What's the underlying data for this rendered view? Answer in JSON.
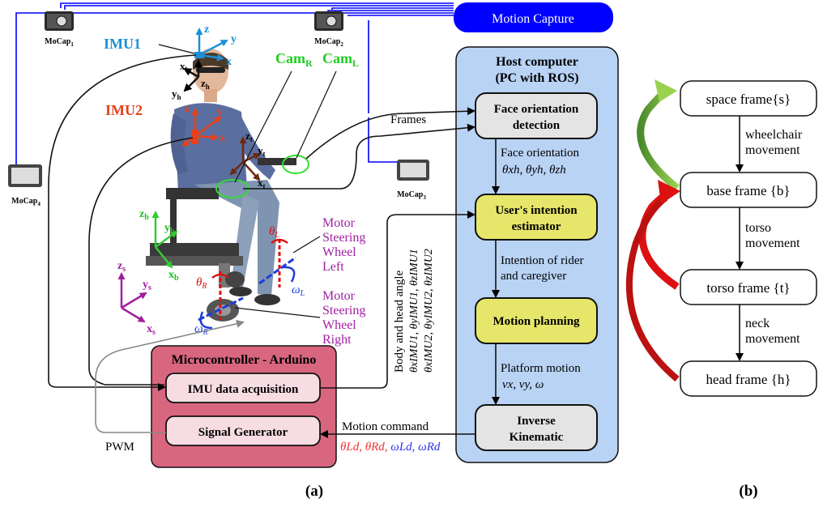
{
  "mocap": {
    "title": "Motion Capture",
    "cam1": "MoCap",
    "cam1_sub": "1",
    "cam2": "MoCap",
    "cam2_sub": "2",
    "cam3": "MoCap",
    "cam3_sub": "3",
    "cam4": "MoCap",
    "cam4_sub": "4"
  },
  "host": {
    "title_line1": "Host computer",
    "title_line2": "(PC with ROS)",
    "face_line1": "Face orientation",
    "face_line2": "detection",
    "intent_line1": "User's intention",
    "intent_line2": "estimator",
    "motion_planning": "Motion planning",
    "ik_line1": "Inverse",
    "ik_line2": "Kinematic"
  },
  "arduino": {
    "title": "Microcontroller - Arduino",
    "imu_box": "IMU data acquisition",
    "signal_box": "Signal Generator"
  },
  "labels": {
    "frames": "Frames",
    "face_orientation": "Face orientation",
    "face_math": "θxh, θyh, θzh",
    "intention_line1": "Intention of rider",
    "intention_line2": "and caregiver",
    "platform_motion": "Platform motion",
    "platform_math": "vx, vy, ω",
    "motion_command": "Motion command",
    "motion_cmd_red": "θLd, θRd,",
    "motion_cmd_blue": " ωLd, ωRd",
    "body_head": "Body and head angle",
    "imu1_angles": "θxIMU1, θyIMU1, θzIMU1",
    "imu2_angles": "θxIMU2, θyIMU2, θzIMU2",
    "pwm": "PWM",
    "imu1": "IMU1",
    "imu2": "IMU2",
    "cam_r": "Cam",
    "cam_r_sub": "R",
    "cam_l": "Cam",
    "cam_l_sub": "L",
    "motor_left": [
      "Motor",
      "Steering",
      "Wheel",
      "Left"
    ],
    "motor_right": [
      "Motor",
      "Steering",
      "Wheel",
      "Right"
    ],
    "caption_a": "(a)",
    "caption_b": "(b)"
  },
  "frames_diagram": {
    "nodes": [
      "space frame{s}",
      "base frame {b}",
      "torso frame {t}",
      "head frame {h}"
    ],
    "edges": [
      [
        "wheelchair",
        "movement"
      ],
      [
        "torso",
        "movement"
      ],
      [
        "neck",
        "movement"
      ]
    ]
  },
  "colors": {
    "mocap_blue": "#0000ff",
    "host_bg": "#b9d3f5",
    "arduino_bg": "#d9667f",
    "arduino_inner": "#f7dde3",
    "yellow_box": "#e6e66a",
    "gray_box": "#e4e4e4",
    "imu_blue": "#1e8fd6",
    "imu_red": "#e8401a",
    "cam_green": "#33dd33",
    "motor_purple": "#a020a0",
    "arrow_green": "#86c440",
    "arrow_red": "#dd1111",
    "cmd_red": "#ee3333",
    "cmd_blue": "#3333ee"
  }
}
